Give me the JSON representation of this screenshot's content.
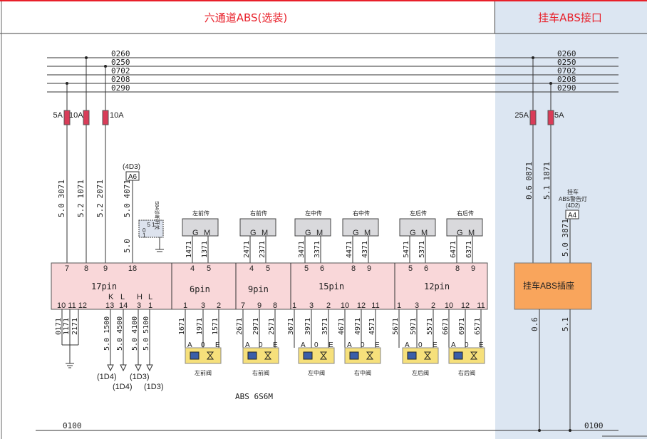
{
  "colors": {
    "pinkbox": "#f9d7d9",
    "trailer_bg": "#dce6f2",
    "orange": "#f9a55c",
    "red": "#e8202a",
    "fuse": "#d93c58",
    "valve": "#f6e07b",
    "sensor": "#d9d9dc"
  },
  "header": {
    "left": "六通道ABS(选装)",
    "right": "挂车ABS接口"
  },
  "buses": [
    "0260",
    "0250",
    "0702",
    "0208",
    "0290"
  ],
  "ground": "0100",
  "fuses": [
    "5A",
    "10A",
    "10A",
    "25A",
    "5A"
  ],
  "left_wires": {
    "w1": "5.0  3071",
    "w2": "5.2  1071",
    "w3": "5.2  2071",
    "w4": "5.0  4071",
    "w5": "5.0"
  },
  "ref_4d3": "(4D3)",
  "a6": "A6",
  "switch": {
    "label": "S84诊断开关",
    "r1": "5 1",
    "r2": "0",
    "r3": "1"
  },
  "sensors": [
    {
      "name": "左前传",
      "g": "G",
      "m": "M",
      "wa": "1471",
      "wb": "1371"
    },
    {
      "name": "右前传",
      "g": "G",
      "m": "M",
      "wa": "2471",
      "wb": "2371"
    },
    {
      "name": "左中传",
      "g": "G",
      "m": "M",
      "wa": "3471",
      "wb": "3371"
    },
    {
      "name": "右中传",
      "g": "G",
      "m": "M",
      "wa": "4471",
      "wb": "4371"
    },
    {
      "name": "左后传",
      "g": "G",
      "m": "M",
      "wa": "5471",
      "wb": "5371"
    },
    {
      "name": "右后传",
      "g": "G",
      "m": "M",
      "wa": "6471",
      "wb": "6371"
    }
  ],
  "connectors": {
    "c17": "17pin",
    "c6": "6pin",
    "c9": "9pin",
    "c15": "15pin",
    "c12": "12pin"
  },
  "top_pins": {
    "p17": [
      "7",
      "8",
      "9",
      "18"
    ],
    "p6": [
      "4",
      "5"
    ],
    "p9": [
      "4",
      "5"
    ],
    "p15": [
      "5",
      "6",
      "8",
      "9"
    ],
    "p12": [
      "5",
      "6",
      "8",
      "9"
    ]
  },
  "bottom_pins": {
    "p17": [
      "10 11 12",
      "K",
      "13",
      "L",
      "14",
      "H",
      "3",
      "L",
      "1"
    ],
    "p6": [
      "1",
      "3",
      "2"
    ],
    "p9": [
      "7",
      "9",
      "8"
    ],
    "p15": [
      "1",
      "3",
      "2",
      "10",
      "12",
      "11"
    ],
    "p12": [
      "1",
      "3",
      "2",
      "10",
      "12",
      "11"
    ]
  },
  "bottom_wires": {
    "gnd": [
      "0171",
      "1171",
      "2171"
    ],
    "diag": [
      "5.0 1500",
      "5.0 4500",
      "5.0 4100",
      "5.0 5100"
    ],
    "v1": [
      "1671",
      "1971",
      "1571"
    ],
    "v2": [
      "2671",
      "2971",
      "2571"
    ],
    "v3": [
      "3671",
      "3971",
      "3571"
    ],
    "v4": [
      "4671",
      "4971",
      "4571"
    ],
    "v5": [
      "5671",
      "5971",
      "5571"
    ],
    "v6": [
      "6671",
      "6971",
      "6571"
    ]
  },
  "diag_refs": [
    "(1D4)",
    "(1D4)",
    "(1D3)",
    "(1D3)"
  ],
  "valves": [
    {
      "name": "左前阀",
      "a": "A",
      "o": "0",
      "e": "E"
    },
    {
      "name": "右前阀",
      "a": "A",
      "o": "0",
      "e": "E"
    },
    {
      "name": "左中阀",
      "a": "A",
      "o": "0",
      "e": "E"
    },
    {
      "name": "右中阀",
      "a": "A",
      "o": "0",
      "e": "E"
    },
    {
      "name": "左后阀",
      "a": "A",
      "o": "0",
      "e": "E"
    },
    {
      "name": "右后阀",
      "a": "A",
      "o": "0",
      "e": "E"
    }
  ],
  "module_name": "ABS 6S6M",
  "trailer": {
    "wire1": "0.6  0871",
    "wire2": "5.1  1871",
    "lamp": "挂车\nABS警告灯\n(4D2)",
    "lamp_l1": "挂车",
    "lamp_l2": "ABS警告灯",
    "lamp_l3": "(4D2)",
    "a4": "A4",
    "wire3": "5.0  3871",
    "socket": "挂车ABS插座",
    "g1": "0.6",
    "g2": "5.1"
  }
}
